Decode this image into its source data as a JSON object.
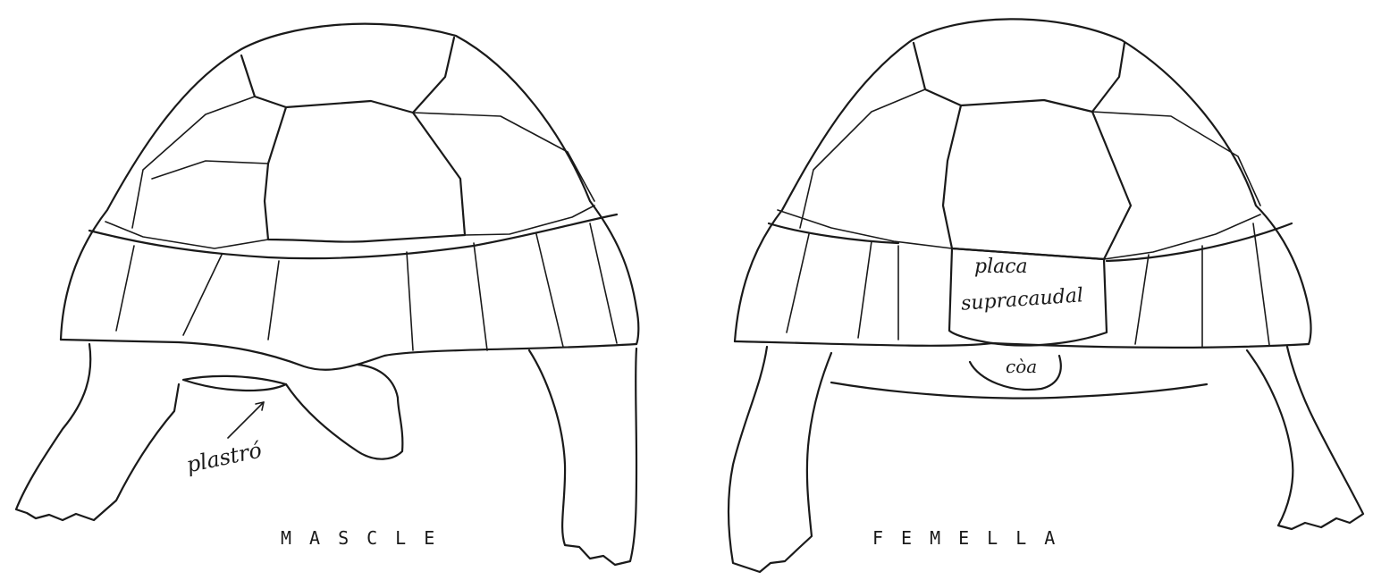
{
  "figure": {
    "left_panel": {
      "caption": "MASCLE",
      "annotation": "plastró"
    },
    "right_panel": {
      "caption": "FEMELLA",
      "annotation_line1": "placa",
      "annotation_line2": "supracaudal",
      "annotation_tail": "còa"
    }
  }
}
